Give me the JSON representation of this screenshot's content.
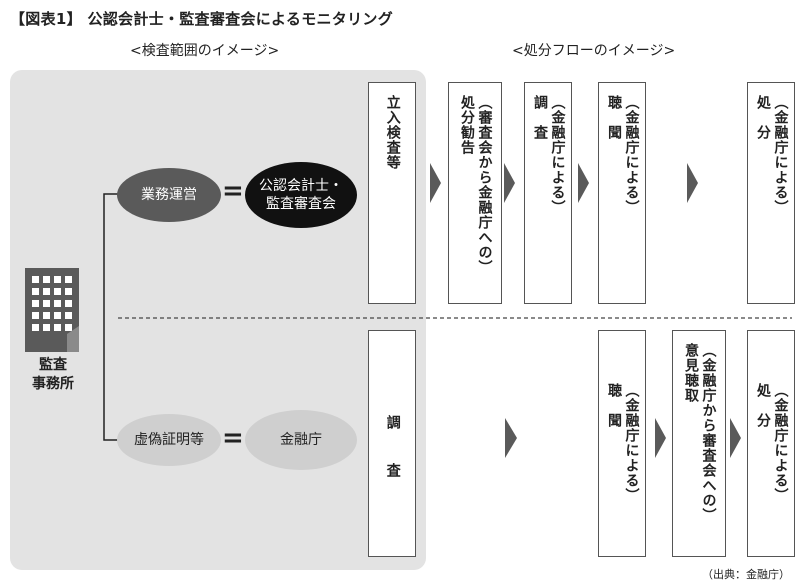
{
  "title": "【図表1】 公認会計士・監査審査会によるモニタリング",
  "scope_label": "<検査範囲のイメージ>",
  "flow_label": "<処分フローのイメージ>",
  "office_label": "監査\n事務所",
  "upper": {
    "activity": "業務運営",
    "equals": "=",
    "body": "公認会計士・\n監査審査会",
    "steps": [
      "立入検査等",
      "（審査会から金融庁への）\n処分勧告",
      "（金融庁による）\n調　査",
      "（金融庁による）\n聴　聞",
      "（金融庁による）\n処　分"
    ]
  },
  "lower": {
    "activity": "虚偽証明等",
    "equals": "=",
    "body": "金融庁",
    "steps": [
      "調　査",
      "（金融庁による）\n聴　聞",
      "（金融庁から審査会への）\n意見聴取",
      "（金融庁による）\n処　分"
    ]
  },
  "source": "（出典：金融庁）",
  "colors": {
    "panel": "#e3e3e3",
    "dark_oval": "#5a5a5a",
    "black_oval": "#111111",
    "light_oval": "#cfcfcf",
    "arrow": "#5a5a5a"
  }
}
